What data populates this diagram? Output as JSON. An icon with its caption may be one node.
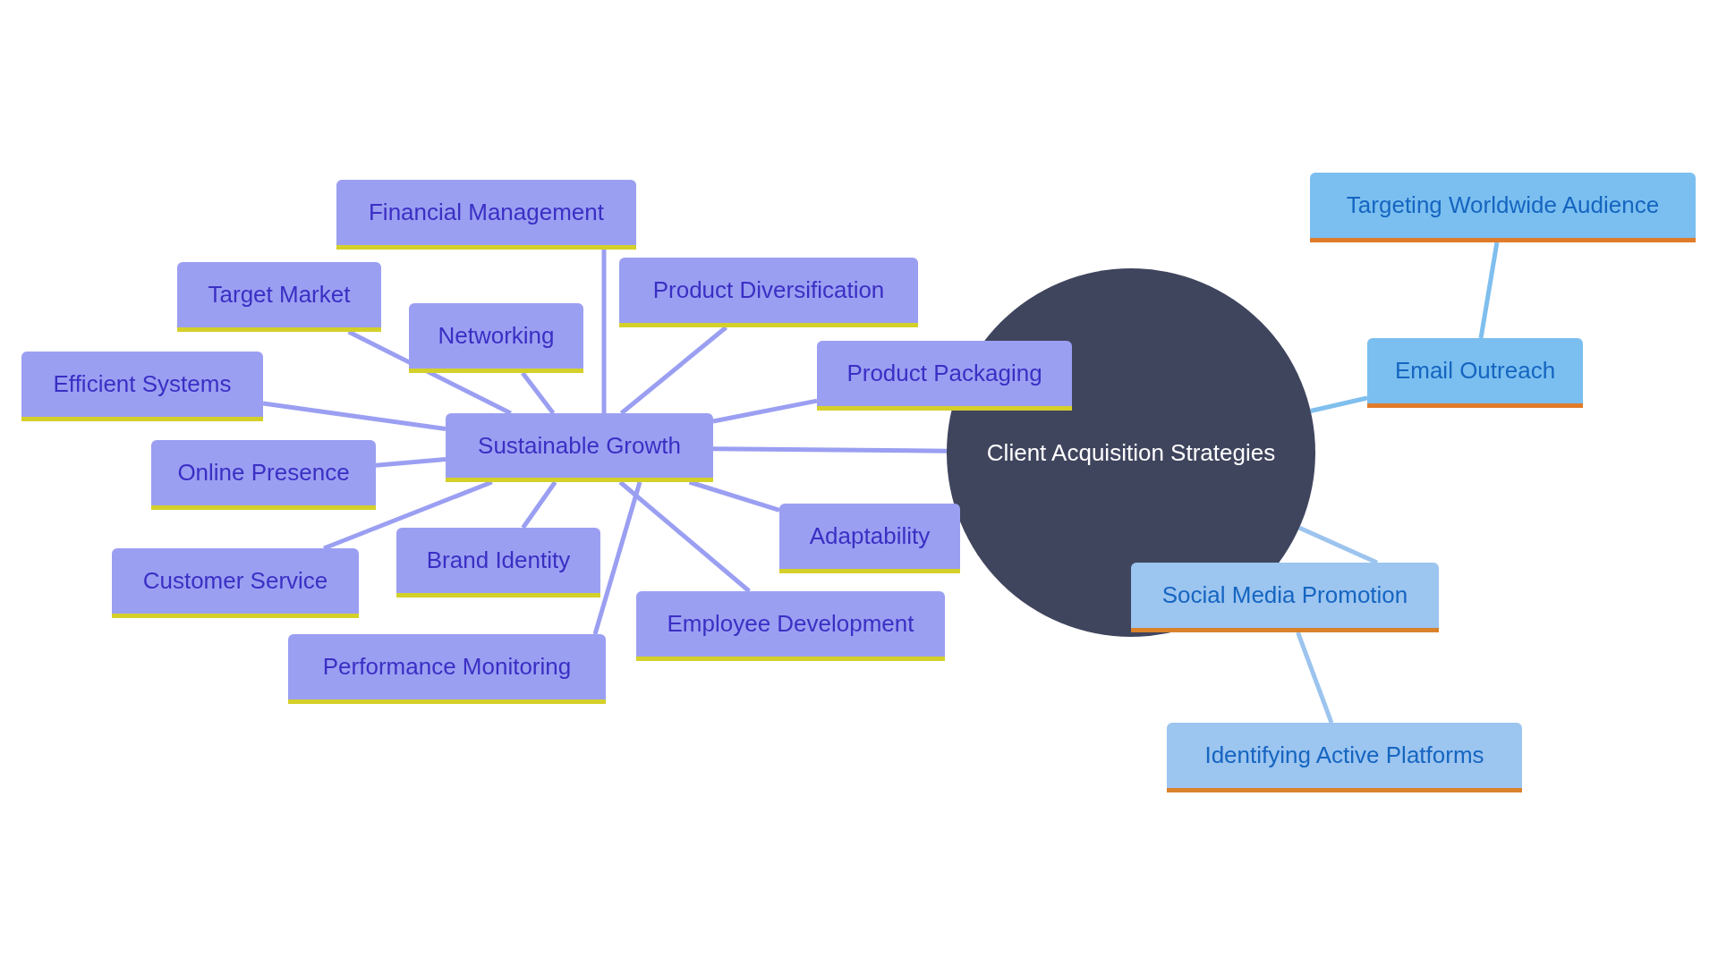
{
  "diagram": {
    "nodes": [
      {
        "text": [
          "Client Acquisition Strategies"
        ]
      },
      {
        "text": [
          "Sustainable Growth"
        ]
      },
      {
        "text": [
          "Financial Management"
        ]
      },
      {
        "text": [
          "Target Market"
        ]
      },
      {
        "text": [
          "Networking"
        ]
      },
      {
        "text": [
          "Product Diversification"
        ]
      },
      {
        "text": [
          "Efficient Systems"
        ]
      },
      {
        "text": [
          "Product Packaging"
        ]
      },
      {
        "text": [
          "Online Presence"
        ]
      },
      {
        "text": [
          "Adaptability"
        ]
      },
      {
        "text": [
          "Customer Service"
        ]
      },
      {
        "text": [
          "Brand Identity"
        ]
      },
      {
        "text": [
          "Employee Development"
        ]
      },
      {
        "text": [
          "Performance Monitoring"
        ]
      },
      {
        "text": [
          "Email Outreach"
        ]
      },
      {
        "text": [
          "Targeting Worldwide Audience"
        ]
      },
      {
        "text": [
          "Social Media Promotion"
        ]
      },
      {
        "text": [
          "Identifying Active Platforms"
        ]
      }
    ],
    "edges": [
      {
        "from": 0,
        "to": 1,
        "arrow": "none"
      },
      {
        "from": 1,
        "to": 2,
        "arrow": "none"
      },
      {
        "from": 1,
        "to": 3,
        "arrow": "none"
      },
      {
        "from": 1,
        "to": 4,
        "arrow": "none"
      },
      {
        "from": 1,
        "to": 5,
        "arrow": "none"
      },
      {
        "from": 1,
        "to": 6,
        "arrow": "none"
      },
      {
        "from": 1,
        "to": 7,
        "arrow": "none"
      },
      {
        "from": 1,
        "to": 8,
        "arrow": "none"
      },
      {
        "from": 1,
        "to": 9,
        "arrow": "none"
      },
      {
        "from": 1,
        "to": 10,
        "arrow": "none"
      },
      {
        "from": 1,
        "to": 11,
        "arrow": "none"
      },
      {
        "from": 1,
        "to": 12,
        "arrow": "none"
      },
      {
        "from": 1,
        "to": 13,
        "arrow": "none"
      },
      {
        "from": 0,
        "to": 14,
        "arrow": "none",
        "color": "#7fbfee"
      },
      {
        "from": 14,
        "to": 15,
        "arrow": "none",
        "color": "#7fbfee"
      },
      {
        "from": 0,
        "to": 16,
        "arrow": "none",
        "color": "#9cc4ee"
      },
      {
        "from": 16,
        "to": 17,
        "arrow": "none",
        "color": "#9cc4ee"
      }
    ]
  }
}
